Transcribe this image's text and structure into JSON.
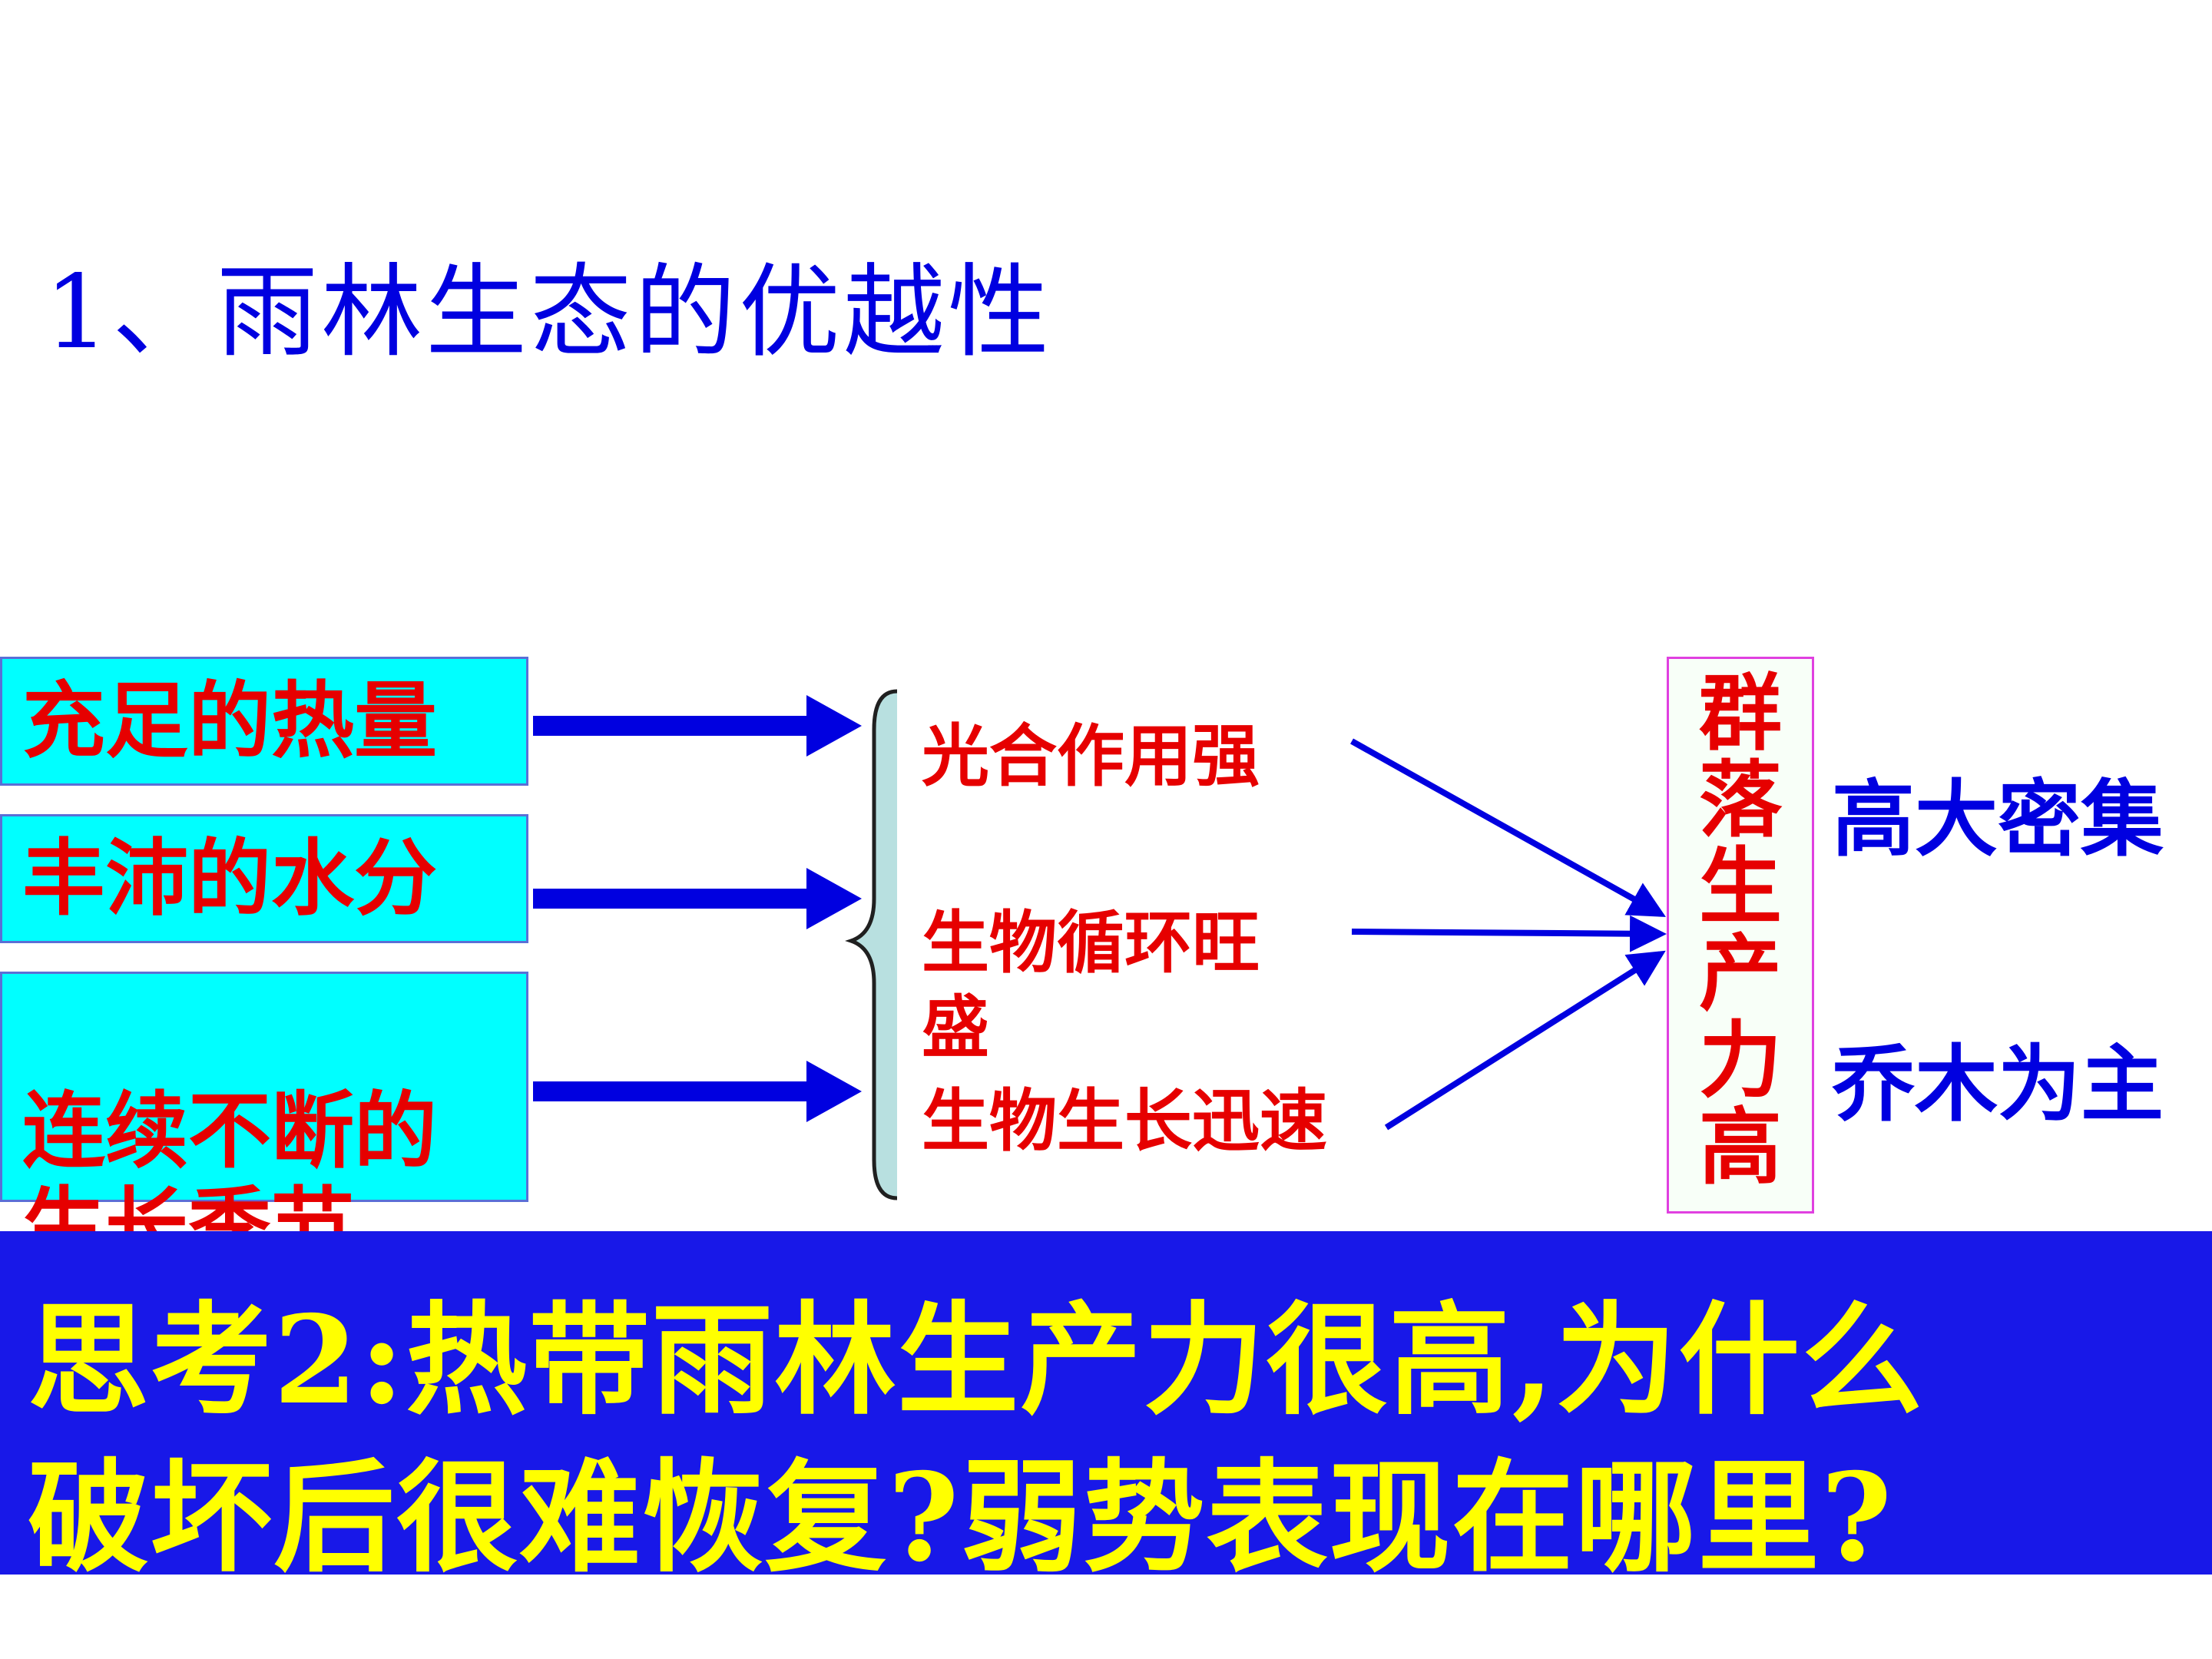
{
  "title": "1、雨林生态的优越性",
  "factors": [
    "充足的热量",
    "丰沛的水分",
    "连续不断的\n生长季节"
  ],
  "effects": [
    "光合作用强",
    "生物循环旺\n盛",
    "生物生长迅速"
  ],
  "productivity": [
    "群",
    "落",
    "生",
    "产",
    "力",
    "高"
  ],
  "results": [
    "高大密集",
    "乔木为主"
  ],
  "question": {
    "line1": "思考2:热带雨林生产力很高,为什么",
    "line2": "破坏后很难恢复?弱势表现在哪里?"
  },
  "colors": {
    "accent_blue": "#0000e0",
    "box_cyan": "#00ffff",
    "text_red": "#e60000",
    "band_blue": "#1818e8",
    "question_yellow": "#ffff00"
  }
}
